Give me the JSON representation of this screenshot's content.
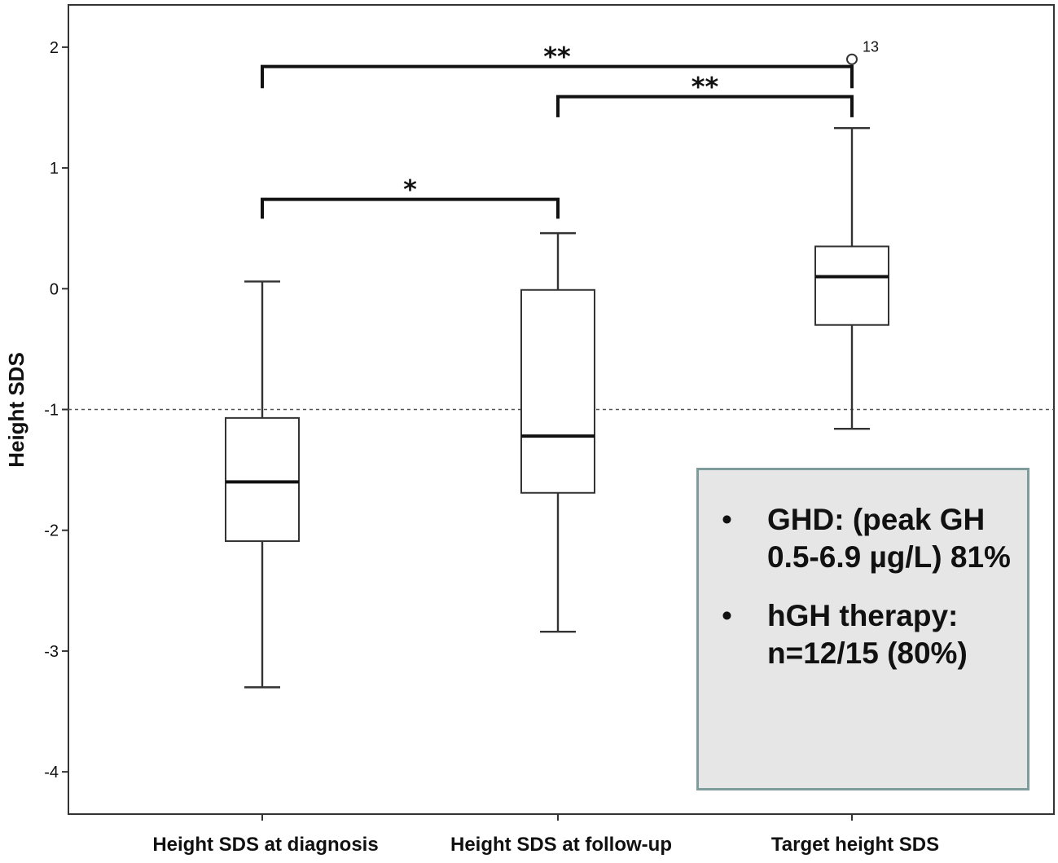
{
  "chart_data": {
    "type": "box",
    "ylabel": "Height SDS",
    "ylim": [
      -4.35,
      2.35
    ],
    "yticks": [
      2,
      1,
      0,
      -1,
      -2,
      -3,
      -4
    ],
    "reference_line": {
      "y": -1,
      "style": "dotted"
    },
    "categories": [
      "Height SDS at diagnosis",
      "Height SDS at follow-up",
      "Target height SDS"
    ],
    "boxes": [
      {
        "category": "Height SDS at diagnosis",
        "whisker_low": -3.3,
        "q1": -2.09,
        "median": -1.6,
        "q3": -1.07,
        "whisker_high": 0.06,
        "outliers": []
      },
      {
        "category": "Height SDS at follow-up",
        "whisker_low": -2.84,
        "q1": -1.69,
        "median": -1.22,
        "q3": -0.01,
        "whisker_high": 0.46,
        "outliers": []
      },
      {
        "category": "Target height SDS",
        "whisker_low": -1.16,
        "q1": -0.3,
        "median": 0.1,
        "q3": 0.35,
        "whisker_high": 1.33,
        "outliers": [
          {
            "y": 1.9,
            "label": "13"
          }
        ]
      }
    ],
    "significance": [
      {
        "from": 0,
        "to": 2,
        "label": "**",
        "y": 1.84,
        "tip": 1.66
      },
      {
        "from": 1,
        "to": 2,
        "label": "**",
        "y": 1.59,
        "tip": 1.42
      },
      {
        "from": 0,
        "to": 1,
        "label": "*",
        "y": 0.74,
        "tip": 0.58
      }
    ],
    "grid": false,
    "legend": "none"
  },
  "info_box": {
    "bullet": "•",
    "items": [
      "GHD: (peak GH 0.5-6.9 µg/L) 81%",
      "hGH therapy: n=12/15 (80%)"
    ],
    "background": "#e6e6e6",
    "border": "#7f9c9c"
  }
}
